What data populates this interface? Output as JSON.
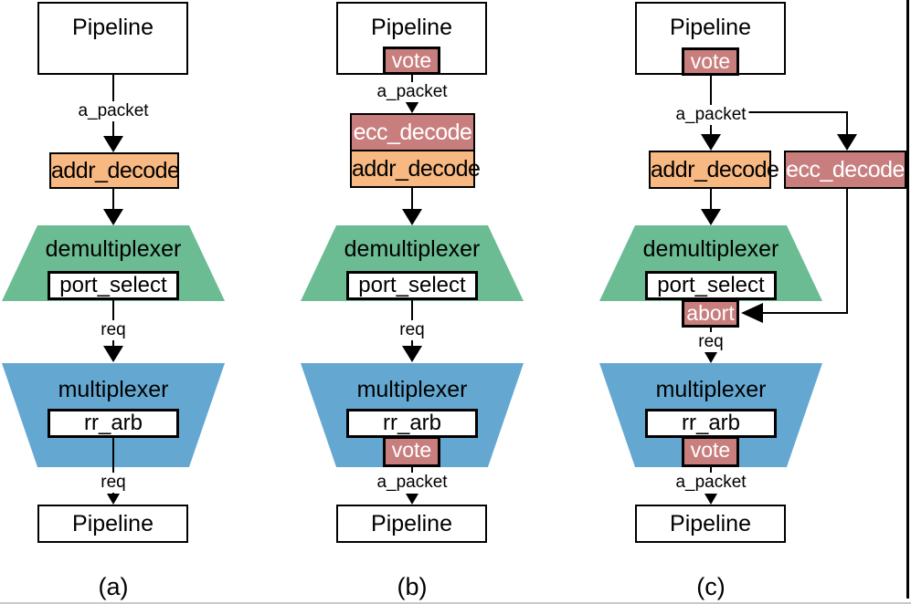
{
  "figure": {
    "node_labels": {
      "pipeline": "Pipeline",
      "vote": "vote",
      "ecc_decode": "ecc_decode",
      "addr_decode": "addr_decode",
      "demultiplexer": "demultiplexer",
      "port_select": "port_select",
      "multiplexer": "multiplexer",
      "rr_arb": "rr_arb",
      "abort": "abort"
    },
    "edge_labels": {
      "a_packet": "a_packet",
      "req": "req"
    },
    "panels": [
      {
        "id": "a",
        "caption": "(a)"
      },
      {
        "id": "b",
        "caption": "(b)"
      },
      {
        "id": "c",
        "caption": "(c)"
      }
    ],
    "colors": {
      "decode_orange": "#F7B881",
      "redundancy_rose": "#C97E7E",
      "demux_green": "#6BBC93",
      "mux_blue": "#64A8D2",
      "outline": "#000000"
    }
  }
}
